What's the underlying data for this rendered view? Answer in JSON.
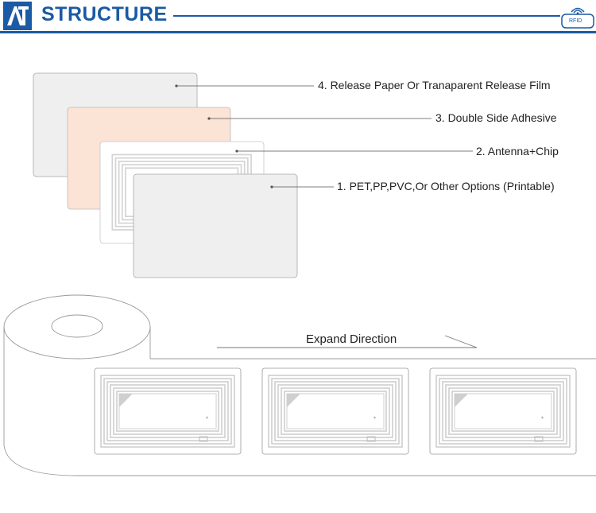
{
  "header": {
    "title": "STRUCTURE",
    "badge_text": "RFID",
    "accent_color": "#1b5aa4"
  },
  "layers": [
    {
      "label": "4. Release Paper Or Tranaparent  Release Film",
      "color": "#efefef"
    },
    {
      "label": "3. Double Side Adhesive",
      "color": "#fbe3d6"
    },
    {
      "label": "2. Antenna+Chip",
      "color": "#ffffff"
    },
    {
      "label": "1. PET,PP,PVC,Or Other Options (Printable)",
      "color": "#efefef"
    }
  ],
  "roll": {
    "direction_label": "Expand Direction",
    "label_count": 3
  }
}
